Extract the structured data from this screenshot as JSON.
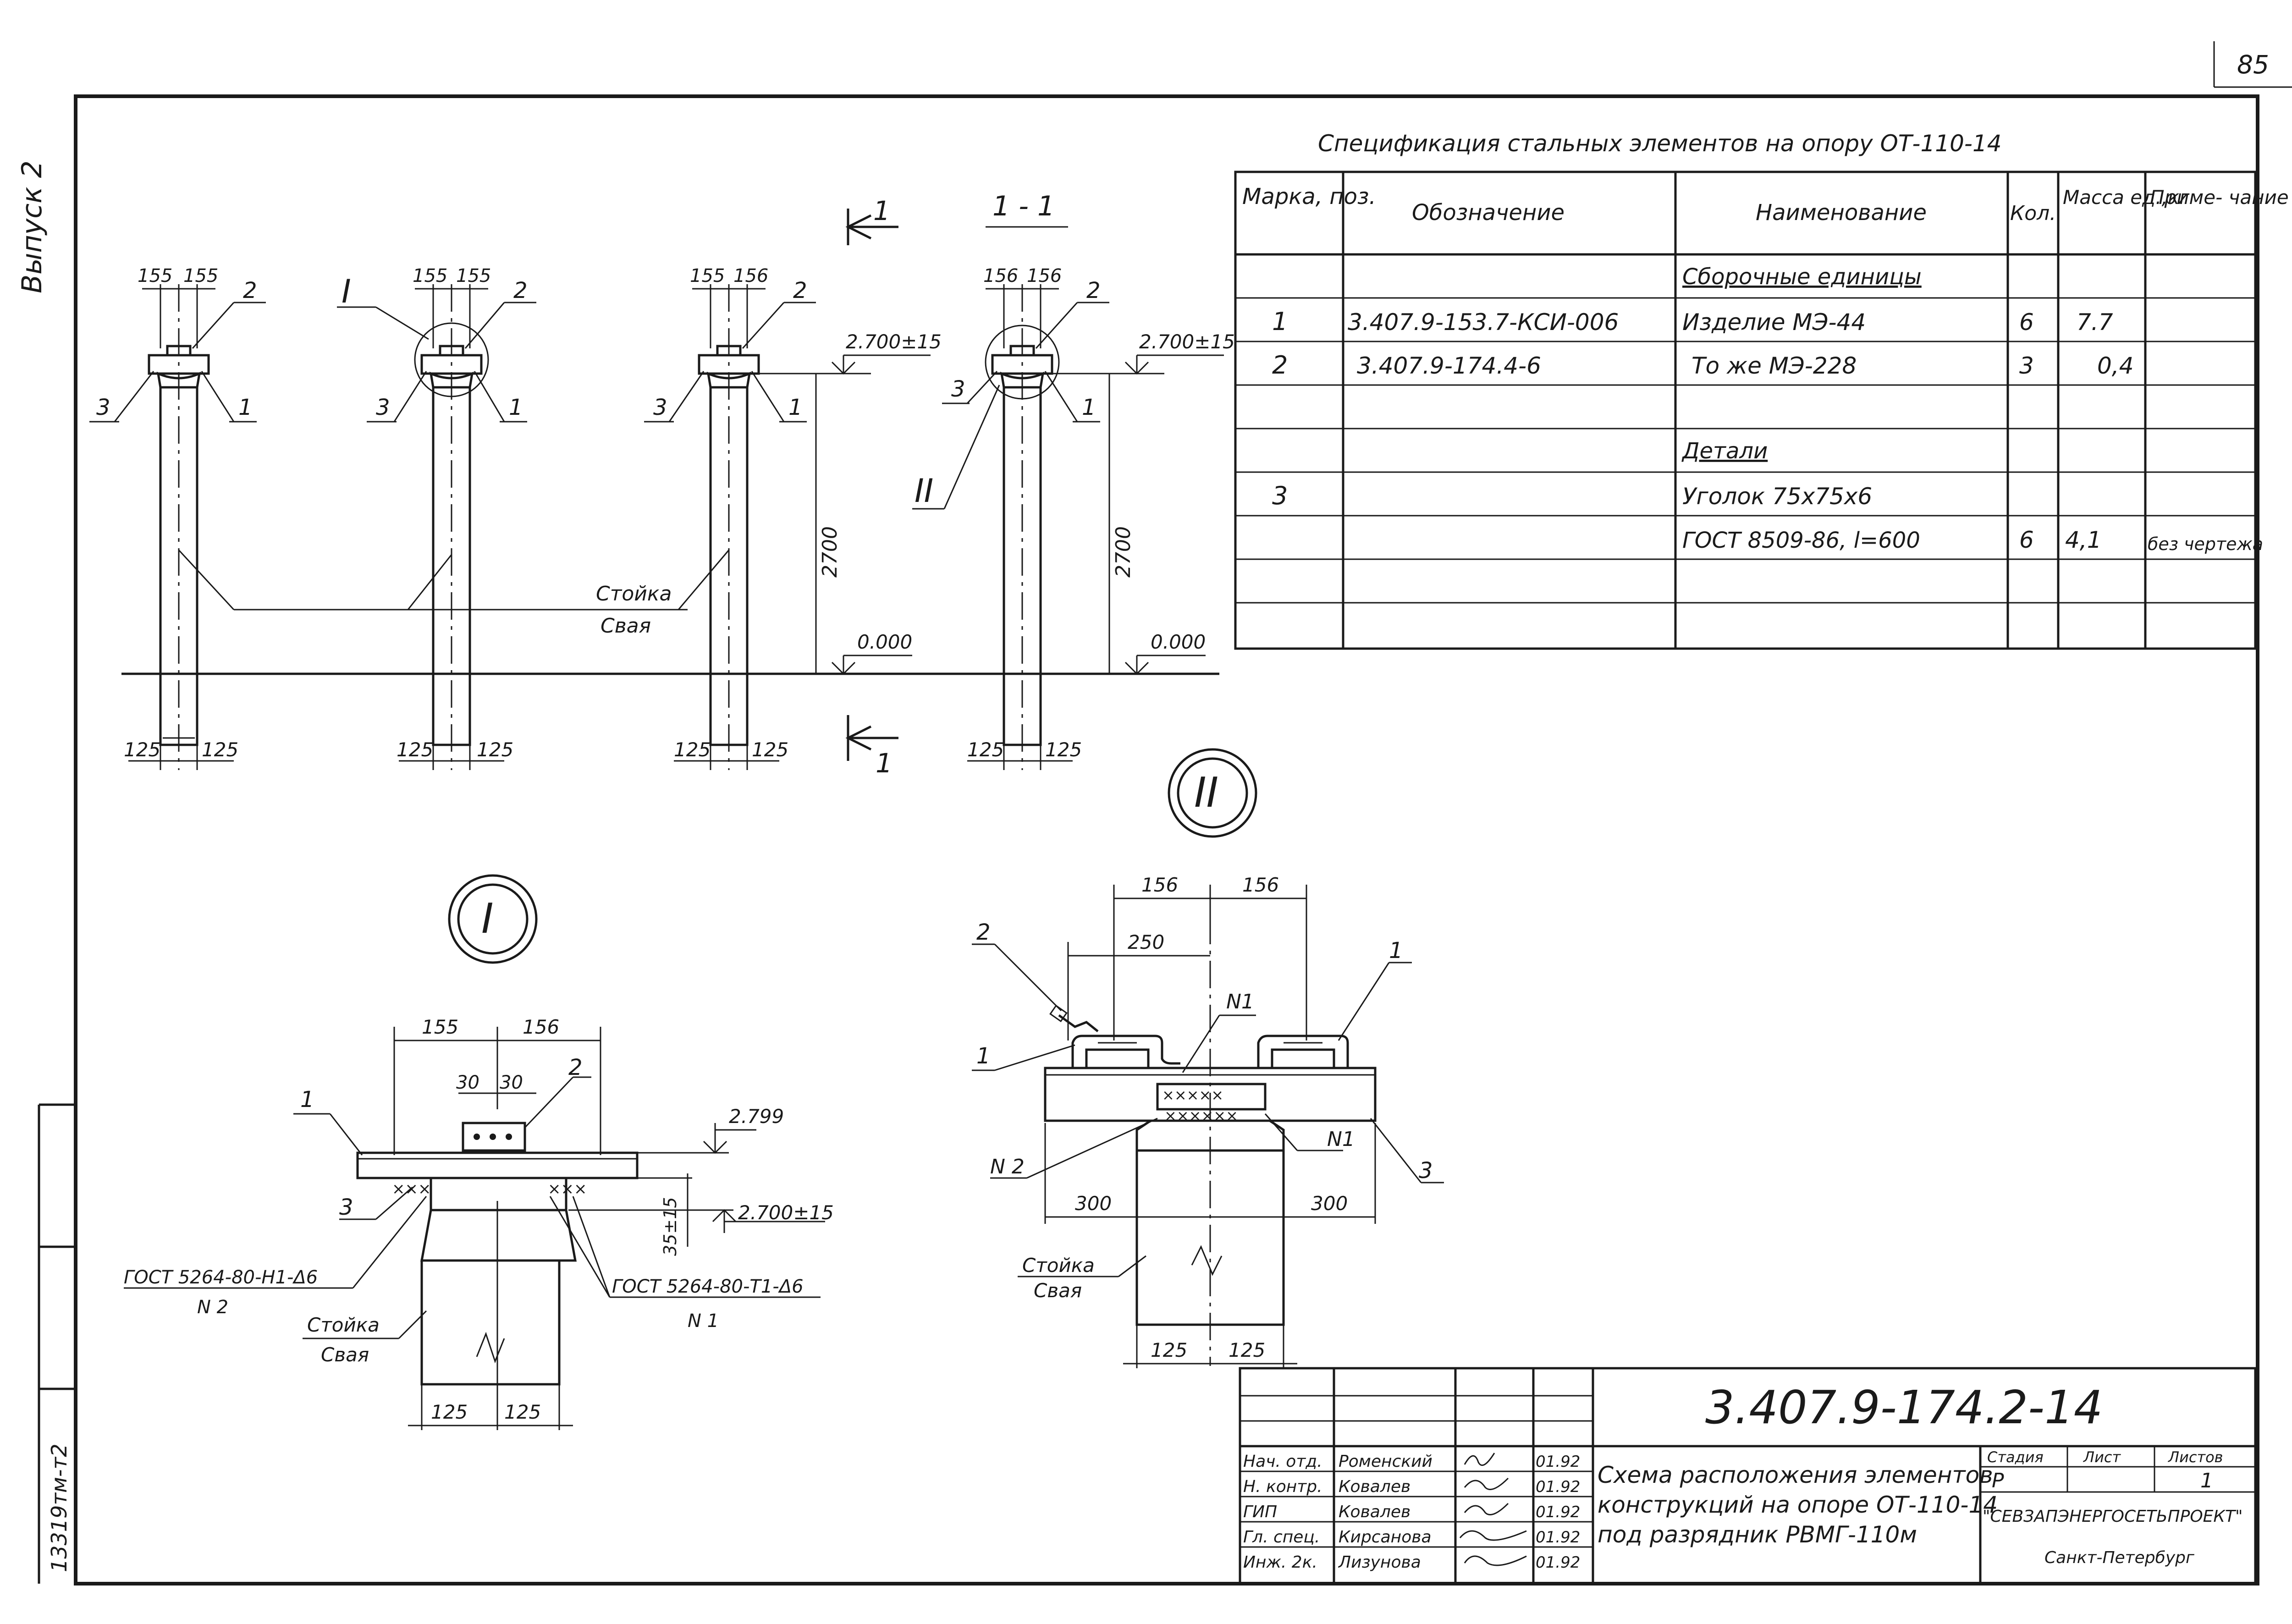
{
  "page_number": "85",
  "side_label": "Выпуск 2",
  "side_code": "13319тм-т2",
  "section_marker": "1",
  "section_title": "1 - 1",
  "roman_I": "I",
  "roman_II": "II",
  "elev_top": "2.700±15",
  "elev_zero": "0.000",
  "height_dim": "2700",
  "dim_155": "155",
  "dim_156": "156",
  "dim_125": "125",
  "callout_1": "1",
  "callout_2": "2",
  "callout_3": "3",
  "stoyka": "Стойка",
  "svaya": "Свая",
  "detail1": {
    "dim_30": "30",
    "elev_2799": "2.799",
    "elev_2700": "2.700±15",
    "dim_35": "35±15",
    "weld_left": "ГОСТ 5264-80-Н1-Δ6",
    "weld_right": "ГОСТ 5264-80-Т1-Δ6",
    "n1": "N 1",
    "n2": "N 2"
  },
  "detail2": {
    "dim_250": "250",
    "dim_300": "300",
    "n1": "N1",
    "n2": "N 2"
  },
  "spec": {
    "title": "Спецификация стальных элементов на опору ОТ-110-14",
    "headers": [
      "Марка, поз.",
      "Обозначение",
      "Наименование",
      "Кол.",
      "Масса ед.,кг",
      "Приме- чание"
    ],
    "rows": [
      [
        "",
        "",
        "Сборочные единицы",
        "",
        "",
        ""
      ],
      [
        "1",
        "3.407.9-153.7-КСИ-006",
        "Изделие МЭ-44",
        "6",
        "7.7",
        ""
      ],
      [
        "2",
        "3.407.9-174.4-6",
        "То же МЭ-228",
        "3",
        "0,4",
        ""
      ],
      [
        "",
        "",
        "",
        "",
        "",
        ""
      ],
      [
        "",
        "",
        "Детали",
        "",
        "",
        ""
      ],
      [
        "3",
        "",
        "Уголок 75х75х6",
        "",
        "",
        ""
      ],
      [
        "",
        "",
        "ГОСТ 8509-86, l=600",
        "6",
        "4,1",
        "без чертежа"
      ],
      [
        "",
        "",
        "",
        "",
        "",
        ""
      ],
      [
        "",
        "",
        "",
        "",
        "",
        ""
      ]
    ]
  },
  "stamp": {
    "doc_number": "3.407.9-174.2-14",
    "people": [
      {
        "role": "Нач. отд.",
        "name": "Роменский",
        "date": "01.92"
      },
      {
        "role": "Н. контр.",
        "name": "Ковалев",
        "date": "01.92"
      },
      {
        "role": "ГИП",
        "name": "Ковалев",
        "date": "01.92"
      },
      {
        "role": "Гл. спец.",
        "name": "Кирсанова",
        "date": "01.92"
      },
      {
        "role": "Инж. 2к.",
        "name": "Лизунова",
        "date": "01.92"
      }
    ],
    "title_lines": [
      "Схема расположения элементов",
      "конструкций на опоре ОТ-110-14",
      "под разрядник РВМГ-110м"
    ],
    "stage_label": "Стадия",
    "sheet_label": "Лист",
    "sheets_label": "Листов",
    "stage": "Р",
    "sheets": "1",
    "company": "\"СЕВЗАПЭНЕРГОСЕТЬПРОЕКТ\"",
    "city": "Санкт-Петербург"
  }
}
